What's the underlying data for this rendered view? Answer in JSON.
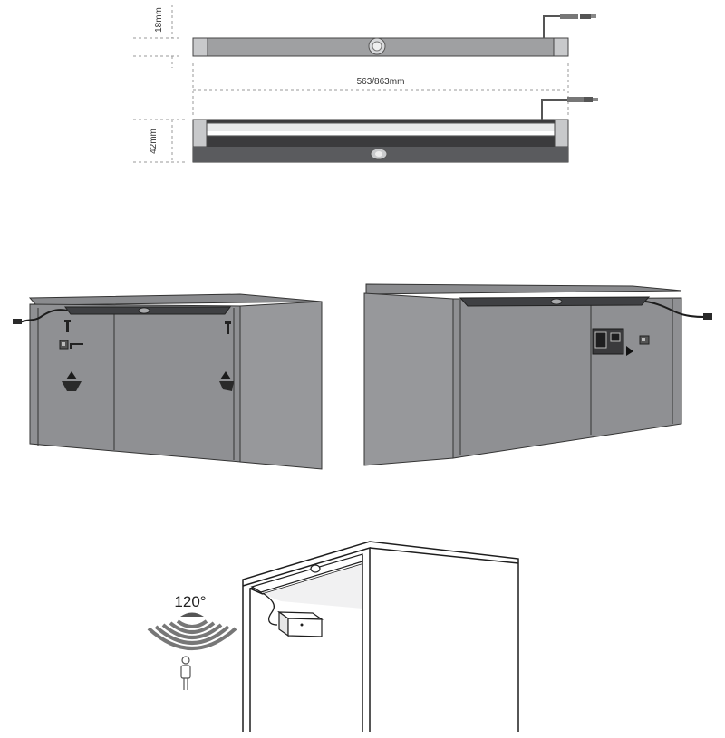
{
  "dimensions": {
    "height_profile": "18mm",
    "width_profile": "42mm",
    "length": "563/863mm"
  },
  "sensor": {
    "detection_angle": "120°"
  },
  "colors": {
    "cabinet_fill": "#8f9093",
    "cabinet_dark": "#707174",
    "bar_gray": "#9fa0a2",
    "bar_dark": "#3b3b3d",
    "line": "#2b2b2b",
    "dim_line": "#9a9a9a"
  }
}
